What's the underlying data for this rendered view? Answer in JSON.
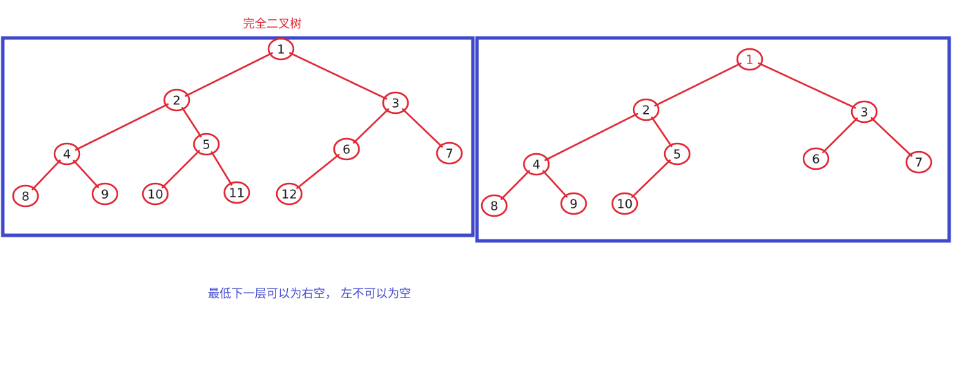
{
  "title": "完全二叉树",
  "note": "最低下一层可以为右空， 左不可以为空",
  "colors": {
    "node": "#e02633",
    "frame": "#3f48cc",
    "text": "#1a1a1a",
    "title": "#e02633",
    "note": "#3f48cc"
  },
  "trees": [
    {
      "name": "tree-left",
      "nodes": [
        "1",
        "2",
        "3",
        "4",
        "5",
        "6",
        "7",
        "8",
        "9",
        "10",
        "11",
        "12"
      ],
      "edges": [
        [
          "1",
          "2"
        ],
        [
          "1",
          "3"
        ],
        [
          "2",
          "4"
        ],
        [
          "2",
          "5"
        ],
        [
          "3",
          "6"
        ],
        [
          "3",
          "7"
        ],
        [
          "4",
          "8"
        ],
        [
          "4",
          "9"
        ],
        [
          "5",
          "10"
        ],
        [
          "5",
          "11"
        ],
        [
          "6",
          "12"
        ]
      ]
    },
    {
      "name": "tree-right",
      "nodes": [
        "1",
        "2",
        "3",
        "4",
        "5",
        "6",
        "7",
        "8",
        "9",
        "10"
      ],
      "edges": [
        [
          "1",
          "2"
        ],
        [
          "1",
          "3"
        ],
        [
          "2",
          "4"
        ],
        [
          "2",
          "5"
        ],
        [
          "3",
          "6"
        ],
        [
          "3",
          "7"
        ],
        [
          "4",
          "8"
        ],
        [
          "4",
          "9"
        ],
        [
          "5",
          "10"
        ]
      ]
    }
  ]
}
